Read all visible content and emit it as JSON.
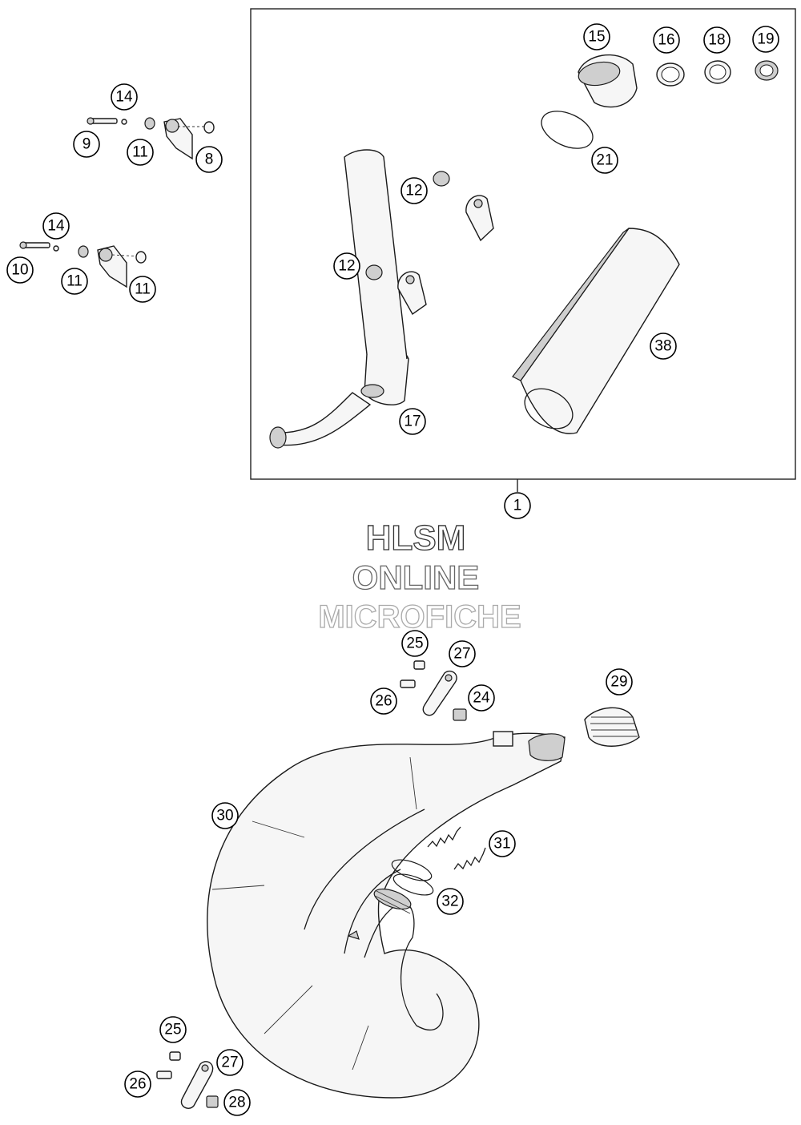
{
  "watermark": {
    "line1": "HLSM",
    "line2": "ONLINE",
    "line3": "MICROFICHE"
  },
  "callouts": {
    "c1": "1",
    "c8": "8",
    "c9": "9",
    "c10": "10",
    "c11a": "11",
    "c11b": "11",
    "c11c": "11",
    "c12a": "12",
    "c12b": "12",
    "c14a": "14",
    "c14b": "14",
    "c15": "15",
    "c16": "16",
    "c17": "17",
    "c18": "18",
    "c19": "19",
    "c21": "21",
    "c24": "24",
    "c25a": "25",
    "c25b": "25",
    "c26a": "26",
    "c26b": "26",
    "c27a": "27",
    "c27b": "27",
    "c28": "28",
    "c29": "29",
    "c30": "30",
    "c31": "31",
    "c32": "32",
    "c38": "38"
  }
}
